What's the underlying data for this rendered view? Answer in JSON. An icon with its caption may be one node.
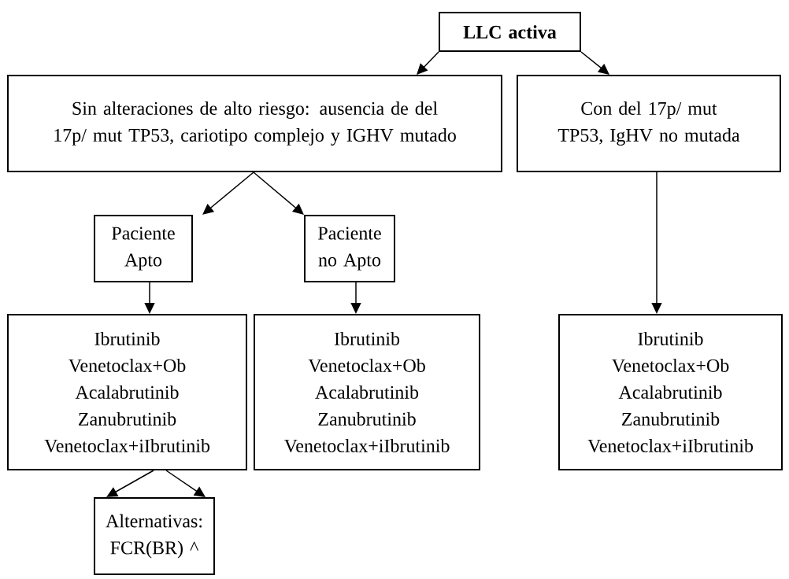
{
  "diagram": {
    "nodes": [
      {
        "text": [
          "LLC activa"
        ]
      },
      {
        "text": [
          "Sin alteraciones de alto riesgo: ausencia de del 17p/ mut TP53, cariotipo complejo y IGHV mutado"
        ]
      },
      {
        "text": [
          "Con del 17p/ mut TP53, IgHV no mutada"
        ]
      },
      {
        "text": [
          "Paciente Apto"
        ]
      },
      {
        "text": [
          "Paciente no Apto"
        ]
      },
      {
        "text": [
          "Ibrutinib",
          "Venetoclax+Ob",
          "Acalabrutinib",
          "Zanubrutinib",
          "Venetoclax+iIbrutinib"
        ]
      },
      {
        "text": [
          "Ibrutinib",
          "Venetoclax+Ob",
          "Acalabrutinib",
          "Zanubrutinib",
          "Venetoclax+iIbrutinib"
        ]
      },
      {
        "text": [
          "Ibrutinib",
          "Venetoclax+Ob",
          "Acalabrutinib",
          "Zanubrutinib",
          "Venetoclax+iIbrutinib"
        ]
      },
      {
        "text": [
          "Alternativas: FCR(BR) ^"
        ]
      }
    ],
    "edges": [
      {
        "from": 0,
        "to": 1,
        "arrow": "to"
      },
      {
        "from": 0,
        "to": 2,
        "arrow": "to"
      },
      {
        "from": 1,
        "to": 3,
        "arrow": "to"
      },
      {
        "from": 1,
        "to": 4,
        "arrow": "to"
      },
      {
        "from": 3,
        "to": 5,
        "arrow": "to"
      },
      {
        "from": 4,
        "to": 6,
        "arrow": "to"
      },
      {
        "from": 2,
        "to": 7,
        "arrow": "to"
      },
      {
        "from": 5,
        "to": 8,
        "arrow": "to"
      },
      {
        "from": 5,
        "to": 8,
        "arrow": "to"
      }
    ]
  }
}
